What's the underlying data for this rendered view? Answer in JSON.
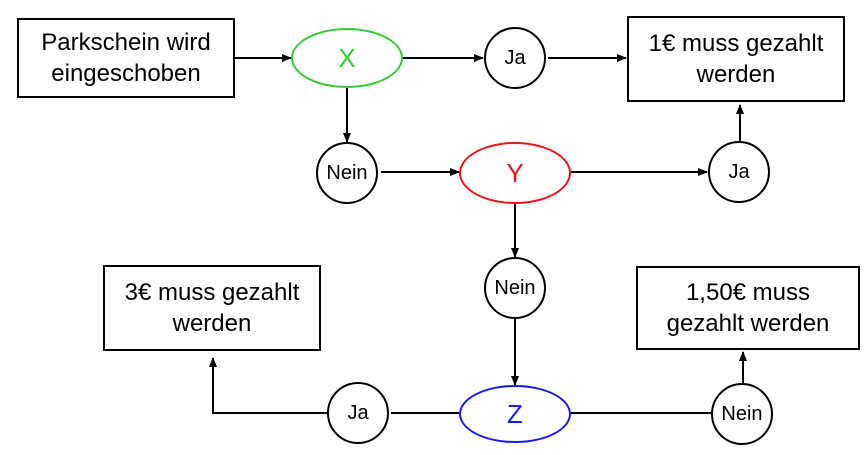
{
  "boxes": {
    "start": "Parkschein wird\neingeschoben",
    "pay_1": "1€ muss gezahlt\nwerden",
    "pay_3": "3€ muss gezahlt\nwerden",
    "pay_150": "1,50€ muss\ngezahlt werden"
  },
  "decisions": {
    "x": {
      "label": "X",
      "color": "#33cc33"
    },
    "y": {
      "label": "Y",
      "color": "#ee1111"
    },
    "z": {
      "label": "Z",
      "color": "#1a1aee"
    }
  },
  "answers": {
    "x_yes": "Ja",
    "x_no": "Nein",
    "y_yes": "Ja",
    "y_no": "Nein",
    "z_yes": "Ja",
    "z_no": "Nein"
  }
}
